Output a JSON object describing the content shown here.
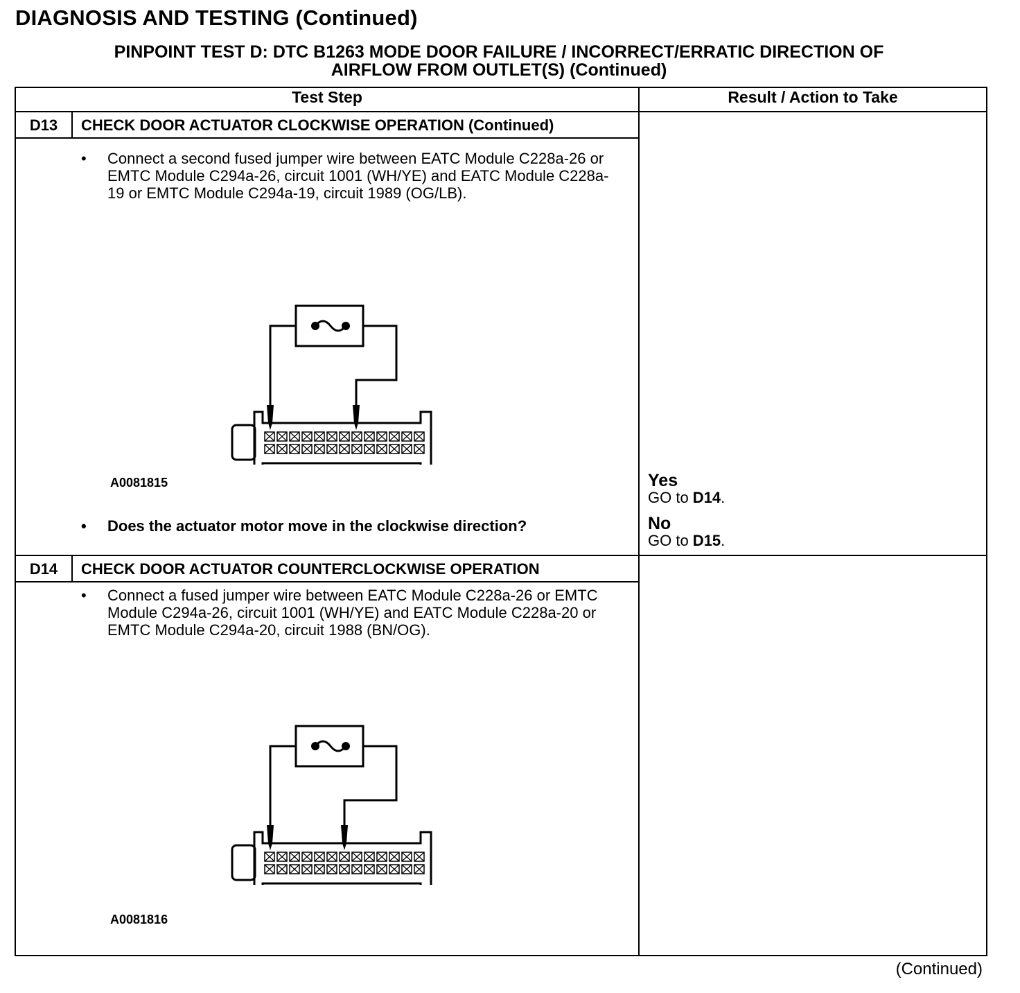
{
  "header": {
    "title": "DIAGNOSIS AND TESTING (Continued)",
    "subtitle_line1": "PINPOINT TEST D: DTC B1263 MODE DOOR FAILURE / INCORRECT/ERRATIC DIRECTION OF",
    "subtitle_line2": "AIRFLOW FROM OUTLET(S) (Continued)"
  },
  "table": {
    "col_test_step": "Test Step",
    "col_result": "Result / Action to Take"
  },
  "steps": [
    {
      "id": "D13",
      "title": "CHECK DOOR ACTUATOR CLOCKWISE OPERATION (Continued)",
      "bullet1": "Connect a second fused jumper wire between EATC Module C228a-26 or EMTC Module C294a-26, circuit 1001 (WH/YE) and EATC Module C228a-19 or EMTC Module C294a-19, circuit 1989 (OG/LB).",
      "figure_id": "A0081815",
      "question": "Does the actuator motor move in the clockwise direction?",
      "yes_label": "Yes",
      "yes_prefix": "GO to ",
      "yes_target": "D14",
      "no_label": "No",
      "no_prefix": "GO to ",
      "no_target": "D15"
    },
    {
      "id": "D14",
      "title": "CHECK DOOR ACTUATOR COUNTERCLOCKWISE OPERATION",
      "bullet1": "Connect a fused jumper wire between EATC Module C228a-26 or EMTC Module C294a-26, circuit 1001 (WH/YE) and EATC Module C228a-20 or EMTC Module C294a-20, circuit 1988 (BN/OG).",
      "figure_id": "A0081816"
    }
  ],
  "bullet_glyph": "•",
  "footer": {
    "continued": "(Continued)"
  }
}
